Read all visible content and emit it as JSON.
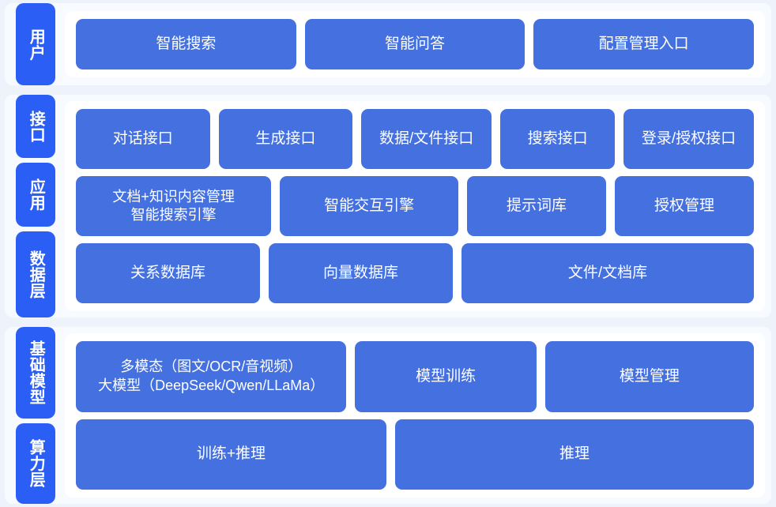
{
  "diagram": {
    "background_color": "#eef3fb",
    "panel_color": "#ffffff",
    "tab_color": "#2b5ef5",
    "box_color": "#4570e0",
    "text_color": "#ffffff",
    "sections": [
      {
        "id": "user",
        "tabs": [
          "用户"
        ],
        "rows": [
          {
            "boxes": [
              {
                "label": "智能搜索",
                "flex": 1
              },
              {
                "label": "智能问答",
                "flex": 1
              },
              {
                "label": "配置管理入口",
                "flex": 1
              }
            ]
          }
        ]
      },
      {
        "id": "middle",
        "tabs": [
          "接口",
          "应用",
          "数据层"
        ],
        "rows": [
          {
            "boxes": [
              {
                "label": "对话接口",
                "flex": 1.02
              },
              {
                "label": "生成接口",
                "flex": 1.02
              },
              {
                "label": "数据/文件接口",
                "flex": 0.99
              },
              {
                "label": "搜索接口",
                "flex": 0.86
              },
              {
                "label": "登录/授权接口",
                "flex": 0.99
              }
            ]
          },
          {
            "boxes": [
              {
                "label": "文档+知识内容管理\n智能搜索引擎",
                "flex": 1.42,
                "two_line": true
              },
              {
                "label": "智能交互引擎",
                "flex": 1.29
              },
              {
                "label": "提示词库",
                "flex": 0.99
              },
              {
                "label": "授权管理",
                "flex": 0.99
              }
            ]
          },
          {
            "boxes": [
              {
                "label": "关系数据库",
                "flex": 1.0
              },
              {
                "label": "向量数据库",
                "flex": 1.0
              },
              {
                "label": "文件/文档库",
                "flex": 1.62
              }
            ]
          }
        ]
      },
      {
        "id": "base",
        "tabs": [
          "基础模型",
          "算力层"
        ],
        "rows": [
          {
            "boxes": [
              {
                "label": "多模态（图文/OCR/音视频）\n大模型（DeepSeek/Qwen/LLaMa）",
                "flex": 1.52,
                "two_line": true
              },
              {
                "label": "模型训练",
                "flex": 1.0
              },
              {
                "label": "模型管理",
                "flex": 1.16
              }
            ]
          },
          {
            "boxes": [
              {
                "label": "训练+推理",
                "flex": 1.0
              },
              {
                "label": "推理",
                "flex": 1.16
              }
            ]
          }
        ]
      }
    ]
  }
}
